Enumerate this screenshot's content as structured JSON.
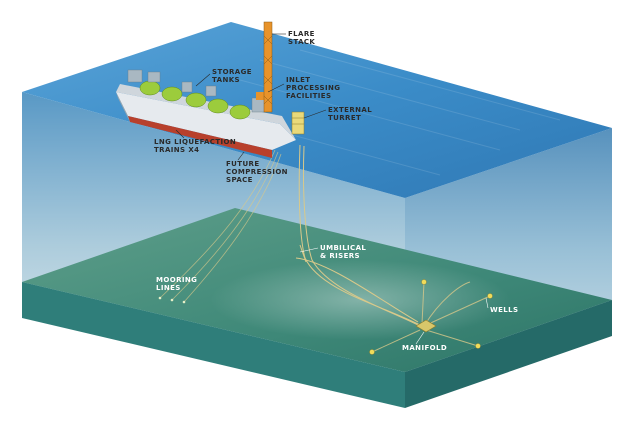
{
  "labels": {
    "flare_stack": [
      "FLARE",
      "STACK"
    ],
    "storage_tanks": [
      "STORAGE",
      "TANKS"
    ],
    "inlet_processing": [
      "INLET",
      "PROCESSING",
      "FACILITIES"
    ],
    "external_turret": [
      "EXTERNAL",
      "TURRET"
    ],
    "lng_liquefaction": [
      "LNG LIQUEFACTION",
      "TRAINS x4"
    ],
    "future_compression": [
      "FUTURE",
      "COMPRESSION",
      "SPACE"
    ],
    "umbilical_risers": [
      "UMBILICAL",
      "& RISERS"
    ],
    "mooring_lines": [
      "MOORING",
      "LINES"
    ],
    "wells": [
      "WELLS"
    ],
    "manifold": [
      "MANIFOLD"
    ]
  },
  "colors": {
    "sea_surface": "#3f8fc9",
    "water_side": "#4f8fb8",
    "seabed_top": "#3e8878",
    "seabed_side": "#2f7a78",
    "vessel_hull": "#cdd3d8",
    "hull_stripe": "#b8402c",
    "tank_green": "#9ccc3c",
    "flare_orange": "#e8932a",
    "subsea_line": "#d9c98a"
  }
}
